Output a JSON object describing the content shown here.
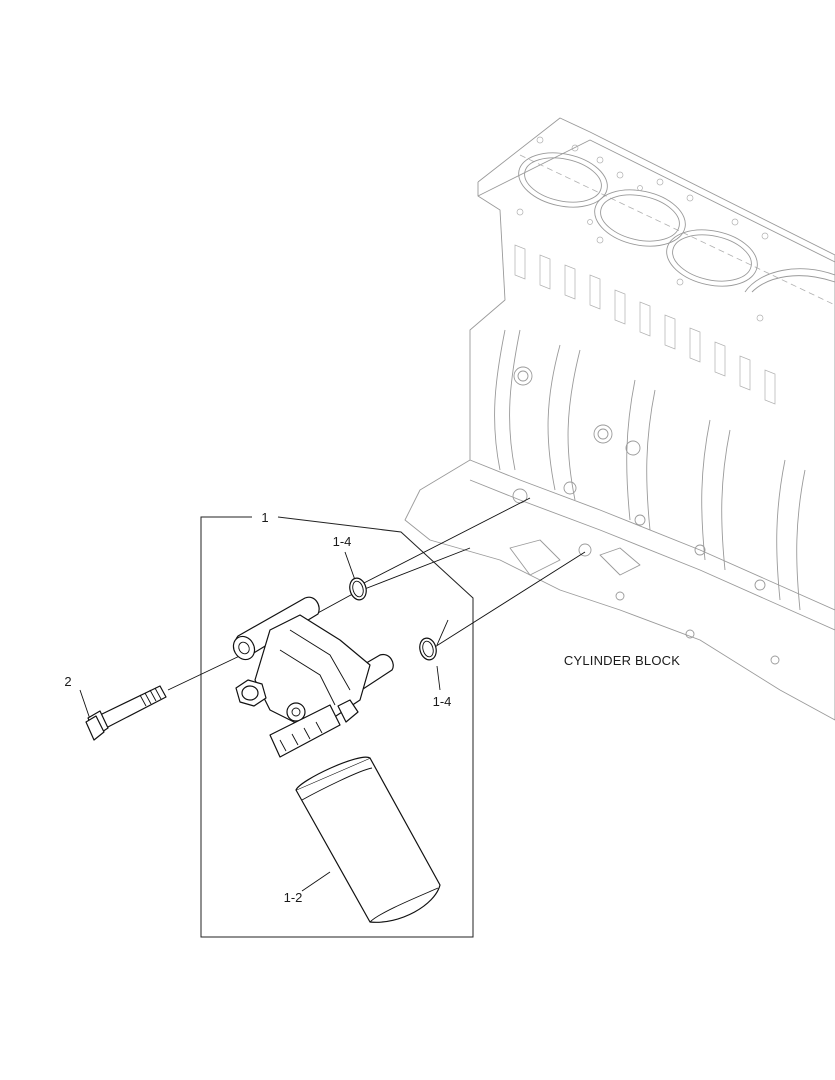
{
  "callouts": {
    "assembly": "1",
    "seal_upper": "1-4",
    "seal_lower": "1-4",
    "bolt": "2",
    "filter": "1-2"
  },
  "labels": {
    "cylinder_block": "CYLINDER BLOCK"
  },
  "colors": {
    "line": "#111111",
    "ghost_line": "#9a9a9a",
    "background": "#ffffff"
  }
}
